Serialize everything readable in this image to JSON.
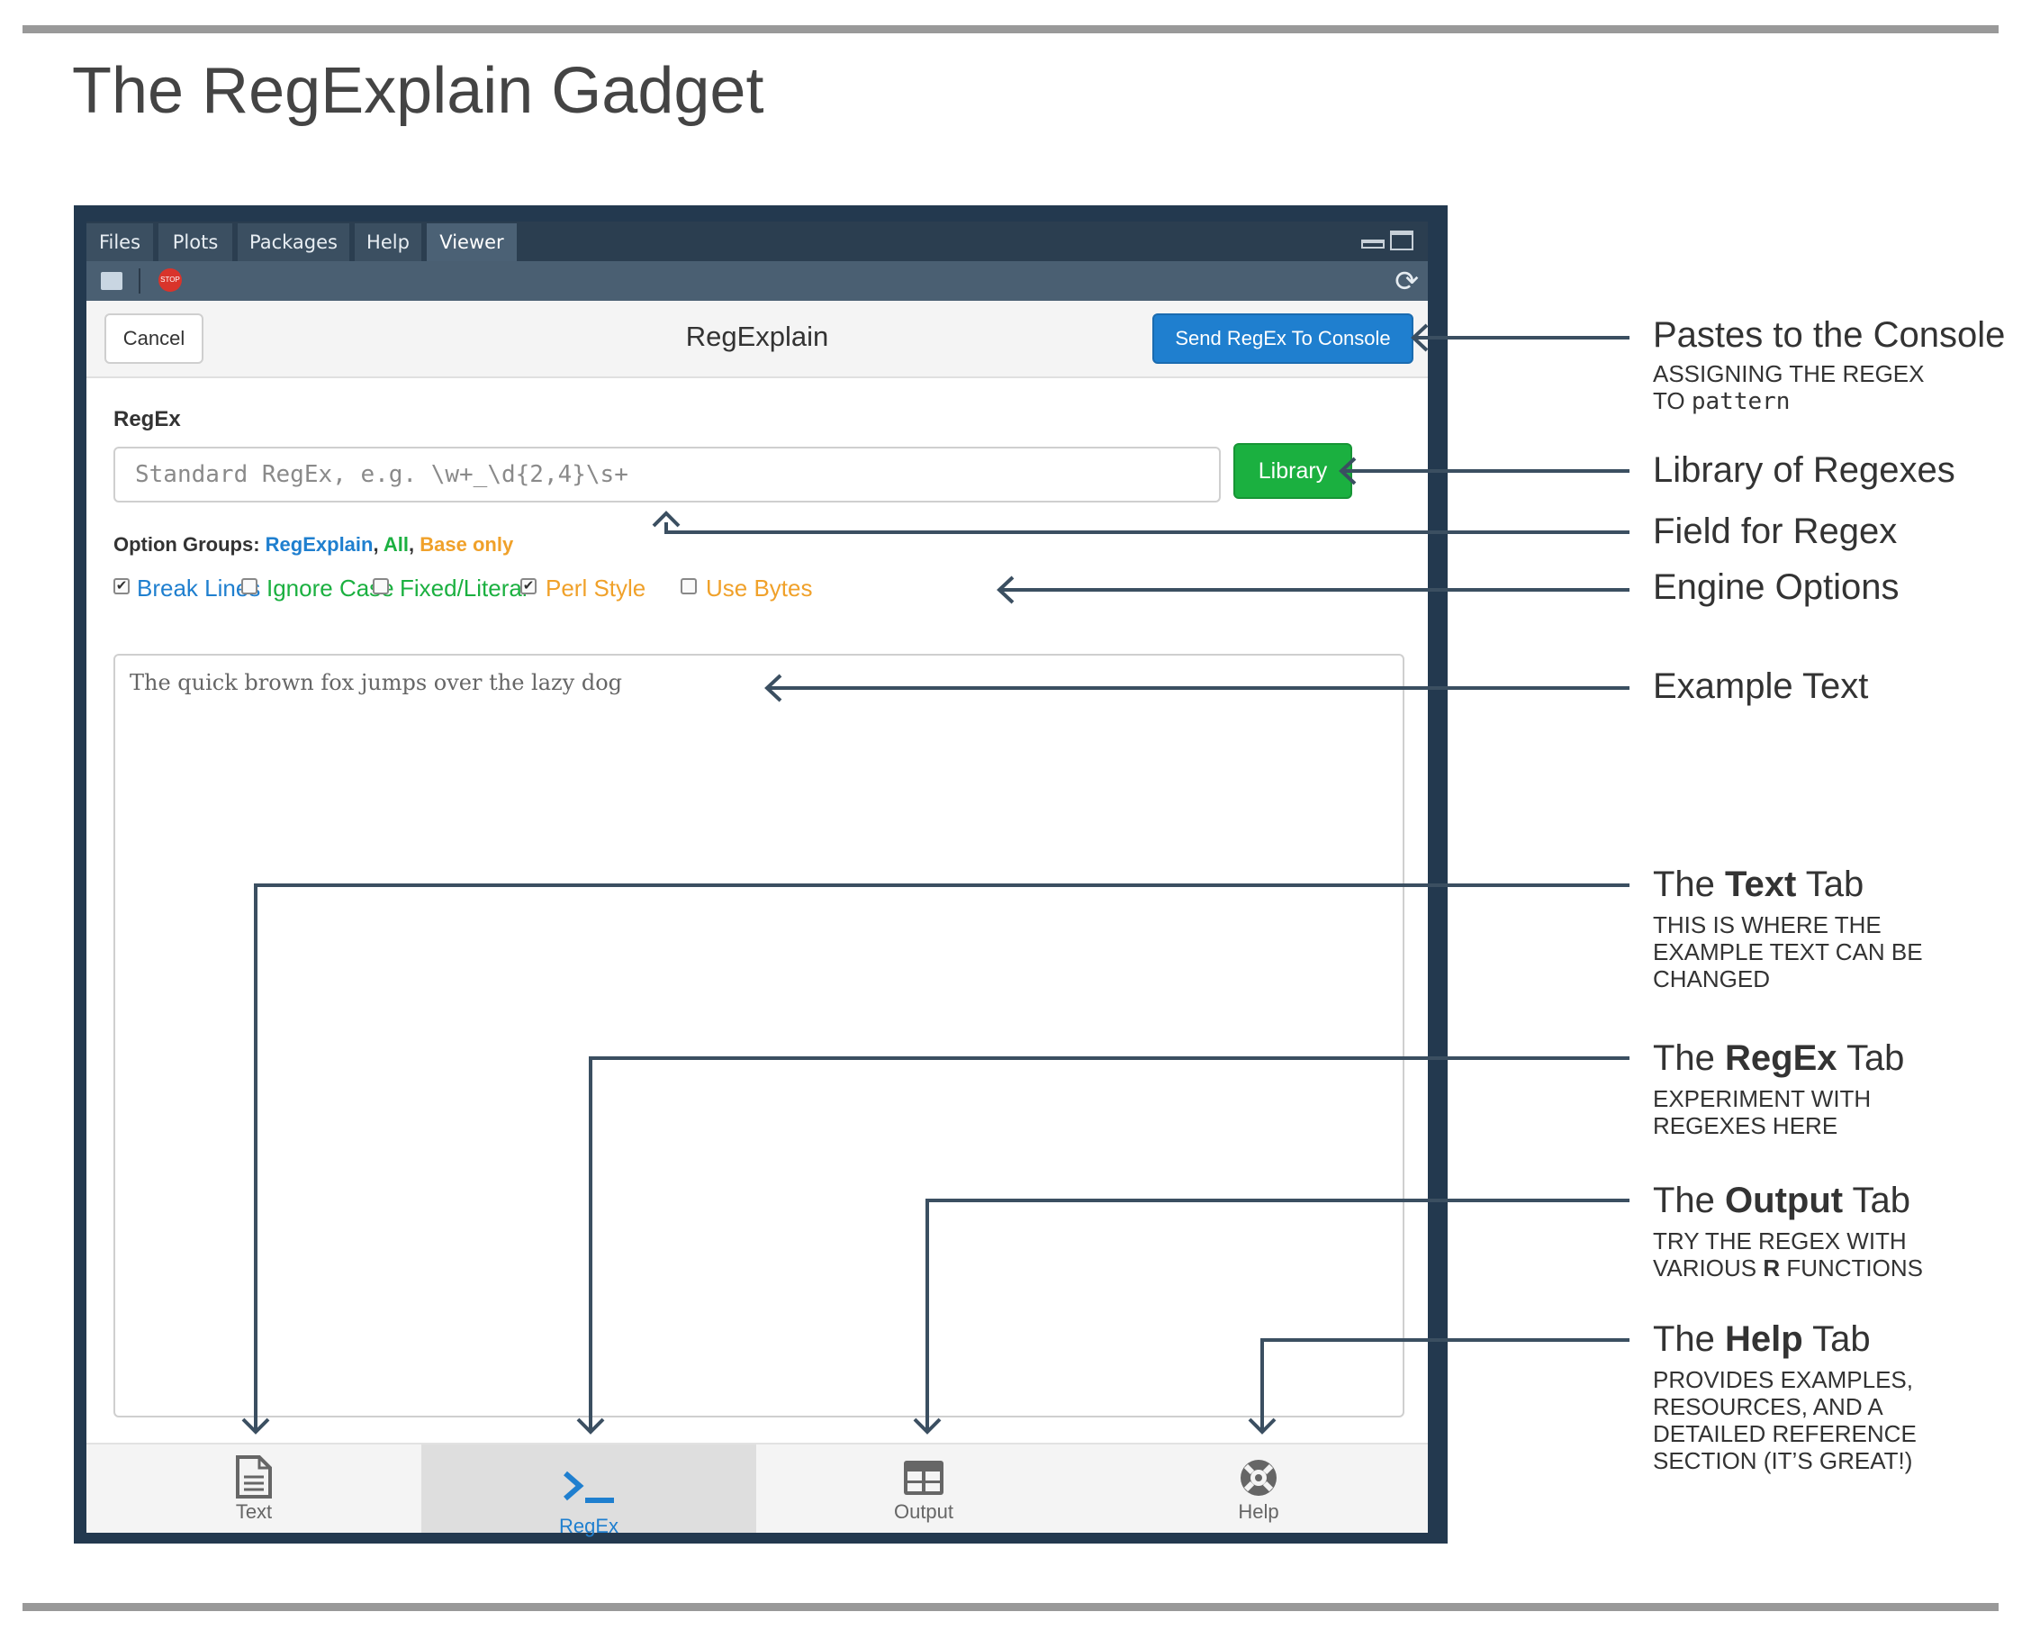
{
  "page": {
    "title": "The RegExplain Gadget"
  },
  "pane": {
    "tabs": [
      "Files",
      "Plots",
      "Packages",
      "Help",
      "Viewer"
    ],
    "active_tab": "Viewer",
    "stop_badge": "STOP"
  },
  "gadget": {
    "title": "RegExplain",
    "cancel_label": "Cancel",
    "send_label": "Send RegEx To Console",
    "regex_label": "RegEx",
    "regex_placeholder": "Standard RegEx, e.g. \\w+_\\d{2,4}\\s+",
    "library_label": "Library",
    "option_groups": {
      "label": "Option Groups:",
      "groups": [
        {
          "name": "RegExplain",
          "color": "#1f7fcf"
        },
        {
          "name": "All",
          "color": "#1bb040"
        },
        {
          "name": "Base only",
          "color": "#f0a12a"
        }
      ]
    },
    "options": [
      {
        "label": "Break Lines",
        "checked": true,
        "color": "#1f7fcf"
      },
      {
        "label": "Ignore Case",
        "checked": false,
        "color": "#1bb040"
      },
      {
        "label": "Fixed/Literal",
        "checked": false,
        "color": "#1bb040"
      },
      {
        "label": "Perl Style",
        "checked": true,
        "color": "#f0a12a"
      },
      {
        "label": "Use Bytes",
        "checked": false,
        "color": "#f0a12a"
      }
    ],
    "example_text": "The quick brown fox jumps over the lazy dog",
    "nav": [
      {
        "label": "Text",
        "icon": "file-text-icon",
        "active": false
      },
      {
        "label": "RegEx",
        "icon": "terminal-icon",
        "active": true
      },
      {
        "label": "Output",
        "icon": "table-icon",
        "active": false
      },
      {
        "label": "Help",
        "icon": "life-ring-icon",
        "active": false
      }
    ]
  },
  "callouts": {
    "console": {
      "title": "Pastes to the Console",
      "desc_a": "ASSIGNING THE REGEX",
      "desc_b": "TO",
      "desc_code": "pattern"
    },
    "library": {
      "title": "Library of Regexes"
    },
    "field": {
      "title": "Field for Regex"
    },
    "engine": {
      "title": "Engine Options"
    },
    "example": {
      "title": "Example Text"
    },
    "text_tab": {
      "pre": "The ",
      "bold": "Text",
      "post": " Tab",
      "desc": "THIS IS WHERE THE EXAMPLE TEXT CAN BE CHANGED"
    },
    "regex_tab": {
      "pre": "The ",
      "bold": "RegEx",
      "post": " Tab",
      "desc": "EXPERIMENT WITH REGEXES HERE"
    },
    "output_tab": {
      "pre": "The ",
      "bold": "Output",
      "post": " Tab",
      "desc_a": "TRY THE REGEX WITH VARIOUS ",
      "desc_bold": "R",
      "desc_b": " FUNCTIONS"
    },
    "help_tab": {
      "pre": "The ",
      "bold": "Help",
      "post": " Tab",
      "desc": "PROVIDES EXAMPLES, RESOURCES, AND A DETAILED REFERENCE SECTION (IT’S GREAT!)"
    }
  },
  "colors": {
    "primary": "#1f7fcf",
    "success": "#1bb040",
    "warning": "#f0a12a",
    "pane": "#23394f",
    "callout_line": "#3b4f61"
  }
}
